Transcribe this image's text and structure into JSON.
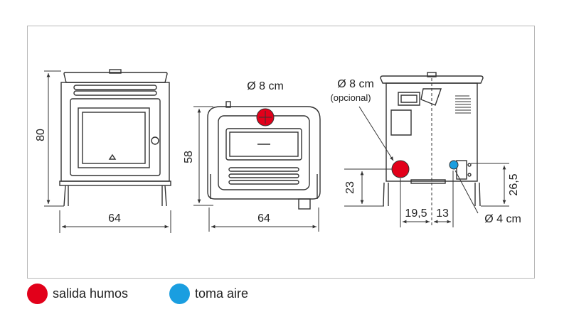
{
  "views": {
    "front": {
      "height_label": "80",
      "width_label": "64"
    },
    "top": {
      "diameter_label": "Ø 8 cm",
      "depth_label": "58",
      "width_label": "64"
    },
    "side": {
      "outlet_diameter_label": "Ø 8 cm",
      "outlet_note": "(opcional)",
      "outlet_height_label": "23",
      "intake_height_label": "26,5",
      "offset_a_label": "19,5",
      "offset_b_label": "13",
      "intake_diameter_label": "Ø 4 cm"
    }
  },
  "legend": [
    {
      "label": "salida humos",
      "color": "#e2001a"
    },
    {
      "label": "toma aire",
      "color": "#1a9ee0"
    }
  ],
  "colors": {
    "outlet": "#e2001a",
    "intake": "#1a9ee0",
    "line": "#333333",
    "frame": "#b8b8b8"
  }
}
